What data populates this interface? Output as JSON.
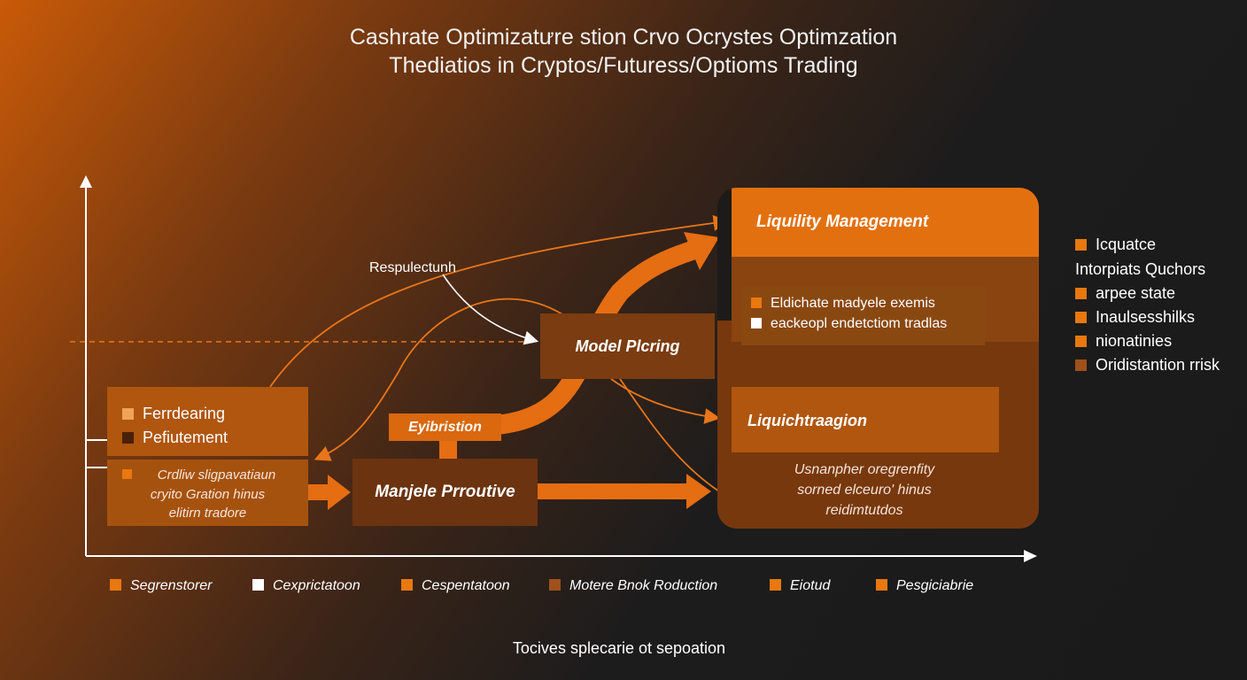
{
  "title": {
    "line1": "Cashrate Optimizatưre stion Crvo Ocrystes Optimzation",
    "line2": "Thediatios in Cryptos/Futuress/Optioms Trading"
  },
  "nodes": {
    "feed": {
      "items": [
        {
          "label": "Ferrdearing",
          "color": "#f2a35a"
        },
        {
          "label": "Pefiutement",
          "color": "#4a2008"
        }
      ]
    },
    "desc": {
      "lines": [
        "Crdliw sligpavatiaun",
        "cryito Gration hinus",
        "elitirn tradore"
      ]
    },
    "exhibit": {
      "label": "Eyibristion"
    },
    "manage": {
      "label": "Manjele Prroutive"
    },
    "model": {
      "label": "Model Plcring"
    },
    "respuelabel": "Respulectunh",
    "panel": {
      "header": "Liquility Management",
      "list": [
        {
          "label": "Eldichate madyele exemis",
          "color": "#e8780f"
        },
        {
          "label": "eackeopl endetctiom tradlas",
          "color": "#ffffff"
        }
      ],
      "liq": "Liquichtraagion",
      "text": [
        "Usnanpher oregrenfity",
        "sorned elceuro' hinus",
        "reidimtutdos"
      ]
    }
  },
  "right_legend": [
    {
      "label": "Icquatce",
      "color": "#e8780f"
    },
    {
      "label": "Intorpiats Quchors",
      "color": ""
    },
    {
      "label": "arpee state",
      "color": "#e8780f"
    },
    {
      "label": "Inaulsesshilks",
      "color": "#e8780f"
    },
    {
      "label": "nionatinies",
      "color": "#e8780f"
    },
    {
      "label": "Oridistantion rrisk",
      "color": "#a0501a"
    }
  ],
  "bottom_legend": [
    {
      "label": "Segrenstorer",
      "color": "#e8780f"
    },
    {
      "label": "Cexprictatoon",
      "color": "#ffffff"
    },
    {
      "label": "Cespentatoon",
      "color": "#e8780f"
    },
    {
      "label": "Motere Bnok Roduction",
      "color": "#a0501a"
    },
    {
      "label": "Eiotud",
      "color": "#e8780f"
    },
    {
      "label": "Pesgiciabrie",
      "color": "#e8780f"
    }
  ],
  "footer": "Tocives splecarie ot sepoation"
}
